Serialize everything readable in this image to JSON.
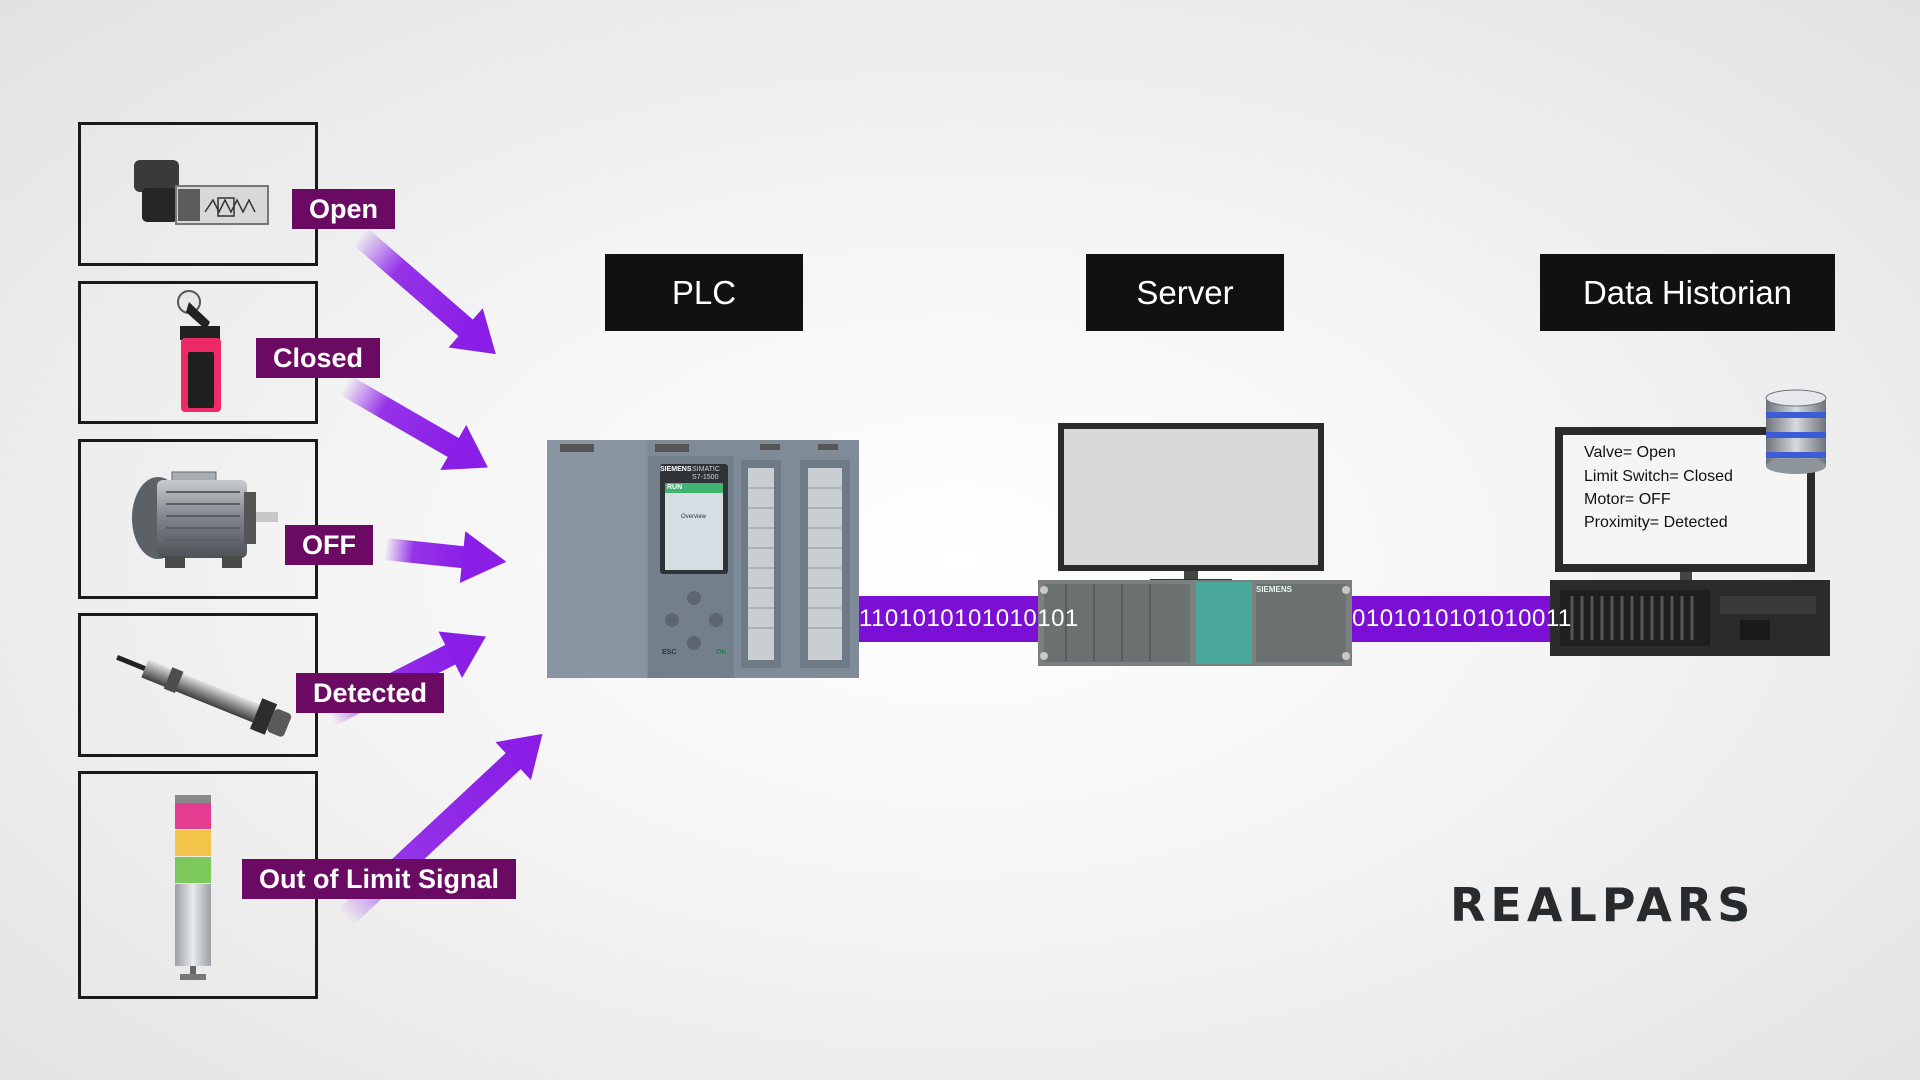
{
  "devices": [
    {
      "id": "valve",
      "icon": "solenoid-valve-icon",
      "state": "Open"
    },
    {
      "id": "limit-switch",
      "icon": "limit-switch-icon",
      "state": "Closed"
    },
    {
      "id": "motor",
      "icon": "electric-motor-icon",
      "state": "OFF"
    },
    {
      "id": "proximity",
      "icon": "proximity-sensor-icon",
      "state": "Detected"
    },
    {
      "id": "stack-light",
      "icon": "stack-light-icon",
      "state": "Out of Limit Signal"
    }
  ],
  "headers": {
    "plc": "PLC",
    "server": "Server",
    "historian": "Data Historian"
  },
  "plc_panel": {
    "brand": "SIEMENS",
    "model": "SIMATIC S7-1500",
    "status": "RUN",
    "screen": "Overview",
    "esc": "ESC",
    "ok": "OK"
  },
  "server_panel": {
    "brand": "SIEMENS"
  },
  "links": {
    "plc_to_server": "1101010101010101",
    "server_to_historian": "0101010101010011"
  },
  "historian_screen": {
    "lines": [
      "Valve= Open",
      "Limit Switch= Closed",
      "Motor= OFF",
      "Proximity= Detected"
    ]
  },
  "logo": {
    "text": "REALPARS"
  },
  "colors": {
    "tag_bg": "#6b0a63",
    "arrow": "#8a1ee6",
    "data_link": "#7b0fd6",
    "header_bg": "#111111",
    "plc_body": "#7f8c98",
    "server_accent": "#4aa79b"
  }
}
